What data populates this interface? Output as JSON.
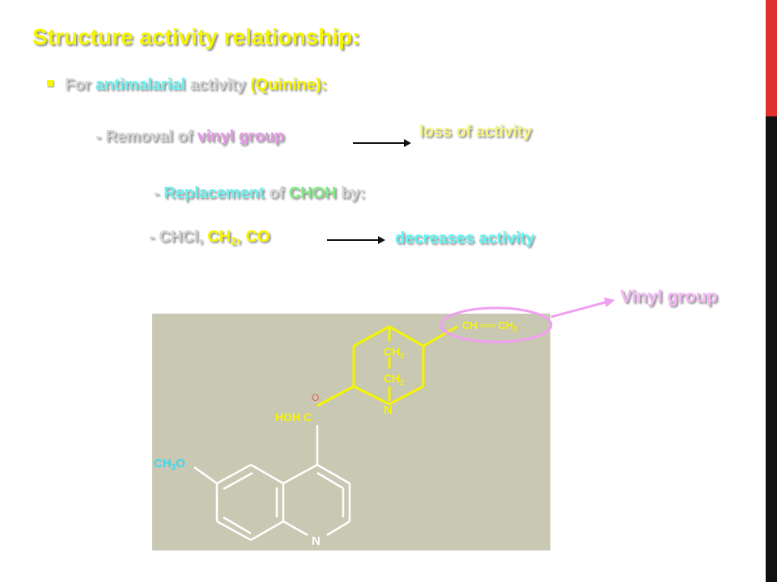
{
  "title": "Structure activity relationship:",
  "bullet": {
    "prefix": "For ",
    "highlight": "antimalarial",
    "middle": " activity ",
    "suffix": "(Quinine):"
  },
  "line1": {
    "prefix": "- Removal of ",
    "highlight": "vinyl group",
    "result": "loss of activity"
  },
  "line2": {
    "prefix": "- ",
    "word1": "Replacement",
    "middle": " of ",
    "word2": "CHOH",
    "suffix": " by:"
  },
  "line3": {
    "prefix": "- CHCl, ",
    "ch2_base": "CH",
    "ch2_sub": "2",
    "sep": ", ",
    "co": "CO",
    "result": "decreases activity"
  },
  "vinyl_label": "Vinyl group",
  "structure": {
    "vinyl": "CH ══ CH",
    "vinyl_sub": "2",
    "ch2_top": "CH",
    "ch2_top_sub": "2",
    "ch2_mid": "CH",
    "ch2_mid_sub": "2",
    "n_bridge": "N",
    "o_label": "O",
    "hohc": "HOH C",
    "methoxy": "CH",
    "methoxy_sub": "3",
    "methoxy_o": "O",
    "n_ring": "N"
  },
  "colors": {
    "title": "#f5f500",
    "bond_yellow": "#f5f500",
    "bond_white": "#ffffff",
    "structure_bg": "#c8c8b3",
    "ellipse": "#f0a0f0",
    "right_bar": "#111111",
    "right_accent": "#e03030"
  }
}
